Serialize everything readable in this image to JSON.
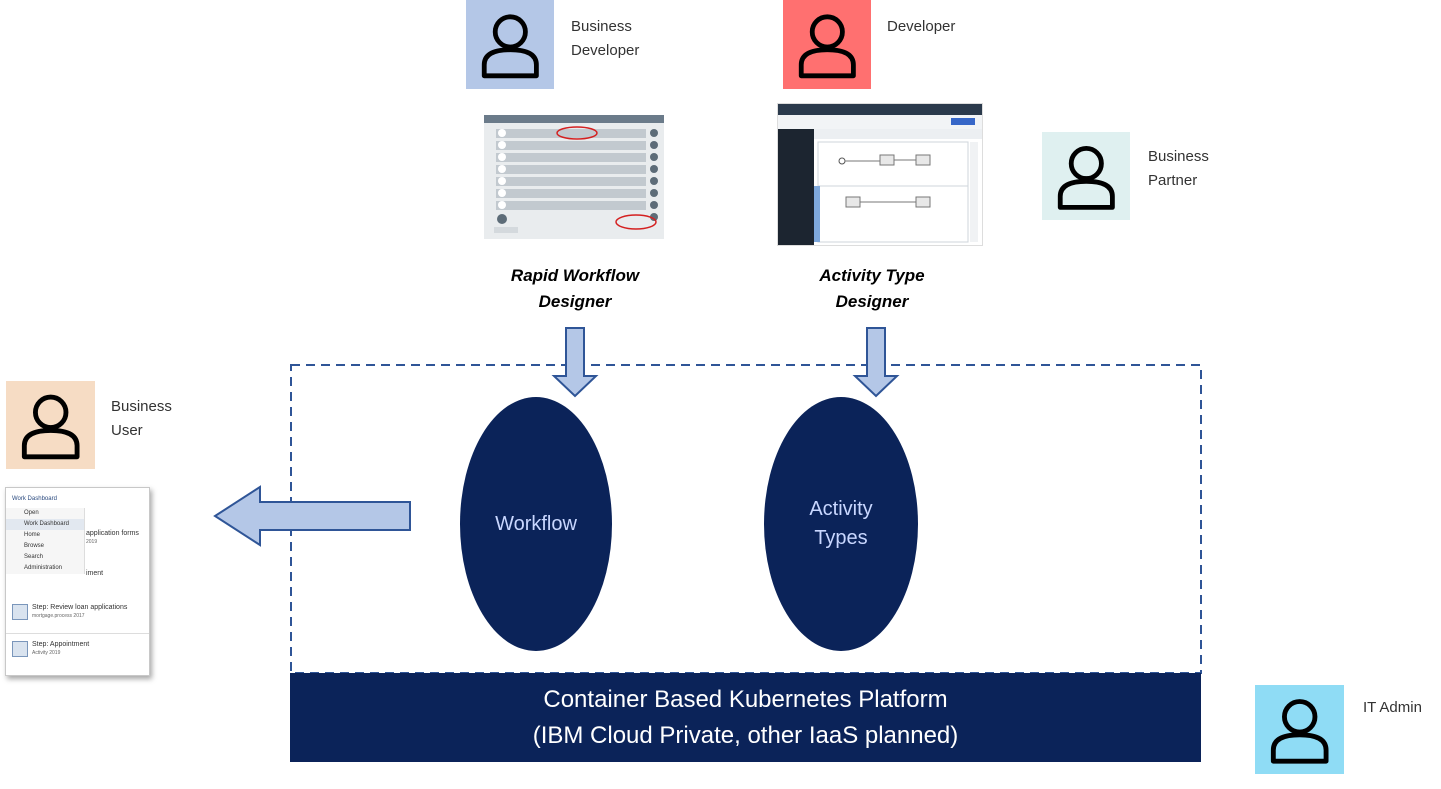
{
  "roles": {
    "business_developer": {
      "line1": "Business",
      "line2": "Developer",
      "bg": "#b4c7e7"
    },
    "developer": {
      "line1": "Developer",
      "bg": "#ff7070"
    },
    "business_partner": {
      "line1": "Business",
      "line2": "Partner",
      "bg": "#dff0f0"
    },
    "business_user": {
      "line1": "Business",
      "line2": "User",
      "bg": "#f6dcc4"
    },
    "it_admin": {
      "line1": "IT Admin",
      "bg": "#8fdcf5"
    }
  },
  "tools": {
    "rapid_workflow": {
      "line1": "Rapid Workflow",
      "line2": "Designer"
    },
    "activity_type": {
      "line1": "Activity Type",
      "line2": "Designer"
    }
  },
  "components": {
    "workflow": {
      "label": "Workflow"
    },
    "activity_types": {
      "line1": "Activity",
      "line2": "Types"
    }
  },
  "platform": {
    "line1": "Container Based Kubernetes Platform",
    "line2": "(IBM Cloud Private,  other IaaS planned)"
  },
  "dashboard_thumb": {
    "menu_title": "Work Dashboard",
    "menu_items": [
      "Open",
      "Work Dashboard",
      "Home",
      "Browse",
      "Search",
      "Administration"
    ],
    "cards": [
      {
        "title": "application forms",
        "sub": "2019"
      },
      {
        "title": "iment",
        "sub": ""
      },
      {
        "title": "Step: Review loan applications",
        "sub": "mortgage.process 2017"
      },
      {
        "title": "Step: Appointment",
        "sub": "Activity 2019"
      }
    ]
  },
  "colors": {
    "navy": "#0b2359",
    "arrow_fill": "#b4c7e7",
    "arrow_stroke": "#2f5597",
    "dash": "#2f5597"
  }
}
